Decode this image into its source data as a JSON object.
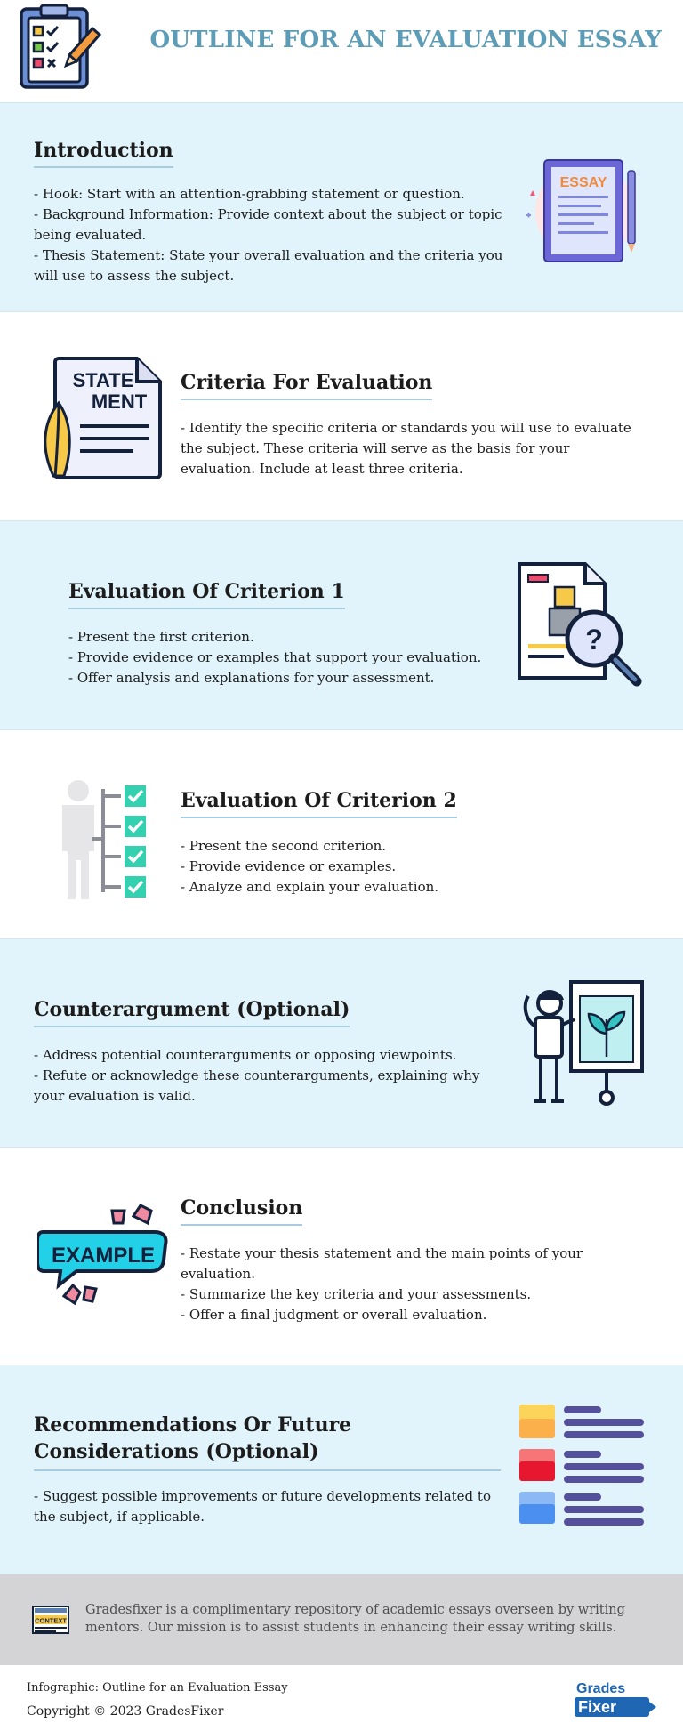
{
  "header": {
    "title": "OUTLINE FOR AN EVALUATION ESSAY",
    "logo_icon": "clipboard-checklist-icon"
  },
  "sections": [
    {
      "title": "Introduction",
      "lines": [
        "- Hook: Start with an attention-grabbing statement or question.",
        "- Background Information: Provide context about the subject or topic being evaluated.",
        "- Thesis Statement: State your overall evaluation and the criteria you will use to assess the subject."
      ],
      "icon": "essay-document-icon",
      "icon_text": "ESSAY"
    },
    {
      "title": "Criteria For Evaluation",
      "lines": [
        "- Identify the specific criteria or standards you will use to evaluate the subject. These criteria will serve as the basis for your evaluation. Include at least three criteria."
      ],
      "icon": "statement-document-icon",
      "icon_text": "STATEMENT"
    },
    {
      "title": "Evaluation Of Criterion 1",
      "lines": [
        "- Present the first criterion.",
        "- Provide evidence or examples that support your evaluation.",
        "- Offer analysis and explanations for your assessment."
      ],
      "icon": "magnifier-document-icon"
    },
    {
      "title": "Evaluation Of Criterion 2",
      "lines": [
        "- Present the second criterion.",
        "- Provide evidence or examples.",
        "- Analyze and explain your evaluation."
      ],
      "icon": "person-checklist-icon"
    },
    {
      "title": "Counterargument (Optional)",
      "lines": [
        "- Address potential counterarguments or opposing viewpoints.",
        "- Refute or acknowledge these counterarguments, explaining why your evaluation is valid."
      ],
      "icon": "presenter-board-icon"
    },
    {
      "title": "Conclusion",
      "lines": [
        "- Restate your thesis statement and the main points of your evaluation.",
        "- Summarize the key criteria and your assessments.",
        "- Offer a final judgment or overall evaluation."
      ],
      "icon": "example-badge-icon",
      "icon_text": "EXAMPLE"
    },
    {
      "title": "Recommendations Or Future Considerations (Optional)",
      "lines": [
        "- Suggest possible improvements or future developments related to the subject, if applicable."
      ],
      "icon": "color-list-icon"
    }
  ],
  "footer": {
    "text": "Gradesfixer is a complimentary repository of academic essays overseen by writing mentors. Our mission is to assist students in enhancing their essay writing skills.",
    "icon": "context-book-icon",
    "icon_text": "CONTEXT",
    "infographic_label": "Infographic: Outline for an Evaluation Essay",
    "copyright": "Copyright © 2023 GradesFixer",
    "brand_top": "Grades",
    "brand_bottom": "Fixer"
  },
  "colors": {
    "title_blue": "#5d9cb6",
    "section_blue": "#e1f4fb",
    "underline": "#a9cbe0",
    "footer_gray": "#d4d4d6",
    "brand_blue": "#1f66b3"
  }
}
